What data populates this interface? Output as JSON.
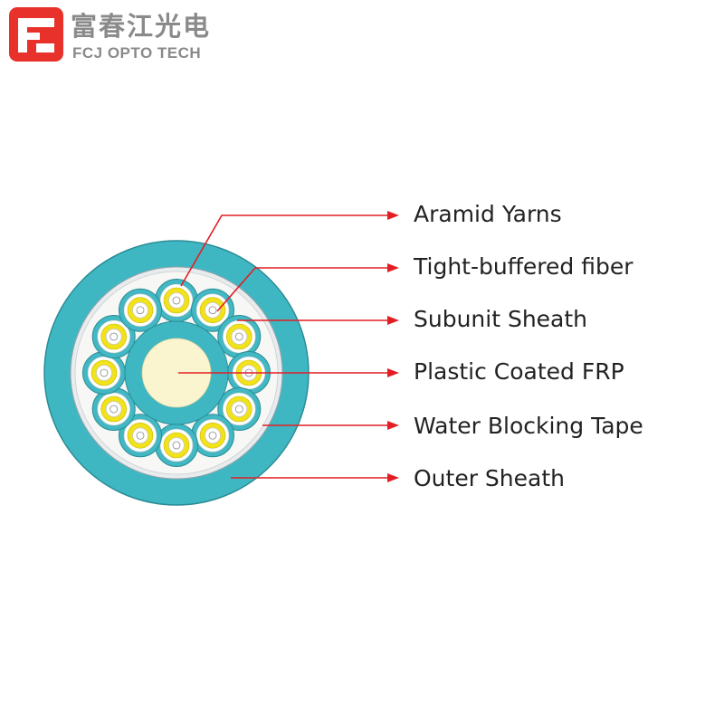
{
  "brand": {
    "name_cn": "富春江光电",
    "name_en": "FCJ OPTO TECH",
    "logo_color": "#e8312a"
  },
  "diagram": {
    "colors": {
      "outer_sheath": "#3fb7c2",
      "subunit_jacket": "#41b8c3",
      "yellow_buffer": "#f2e21a",
      "frp_core": "#fbf5cf",
      "frp_coating": "#3fb7c2",
      "water_blocking_tape": "#e9ecee",
      "leader_lines": "#e21e24"
    },
    "subunit_count": 12,
    "labels": [
      {
        "id": "aramid-yarns",
        "text": "Aramid Yarns"
      },
      {
        "id": "tight-buffered-fiber",
        "text": "Tight-buffered fiber"
      },
      {
        "id": "subunit-sheath",
        "text": "Subunit Sheath"
      },
      {
        "id": "plastic-coated-frp",
        "text": "Plastic Coated FRP"
      },
      {
        "id": "water-blocking-tape",
        "text": "Water Blocking Tape"
      },
      {
        "id": "outer-sheath",
        "text": "Outer Sheath"
      }
    ]
  }
}
